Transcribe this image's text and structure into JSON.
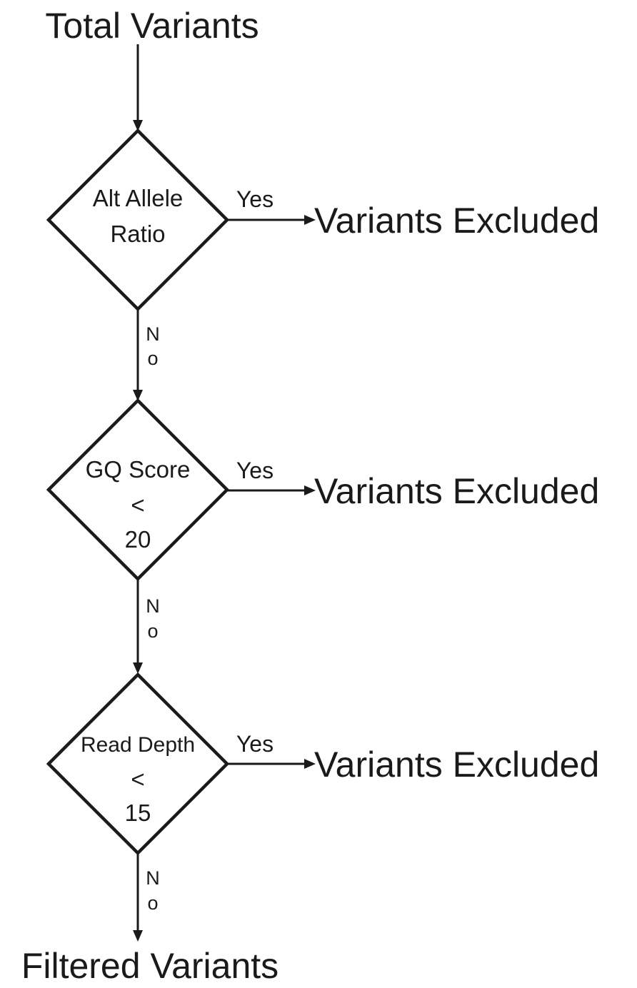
{
  "start": {
    "label": "Total Variants"
  },
  "decisions": [
    {
      "id": "alt-allele-ratio",
      "lines": [
        "Alt Allele",
        "Ratio"
      ],
      "yes_label": "Yes",
      "no_label": [
        "N",
        "o"
      ],
      "excluded_label": "Variants Excluded"
    },
    {
      "id": "gq-score",
      "lines": [
        "GQ Score",
        "<",
        "20"
      ],
      "yes_label": "Yes",
      "no_label": [
        "N",
        "o"
      ],
      "excluded_label": "Variants Excluded"
    },
    {
      "id": "read-depth",
      "lines": [
        "Read Depth",
        "<",
        "15"
      ],
      "yes_label": "Yes",
      "no_label": [
        "N",
        "o"
      ],
      "excluded_label": "Variants Excluded"
    }
  ],
  "end": {
    "label": "Filtered Variants"
  }
}
